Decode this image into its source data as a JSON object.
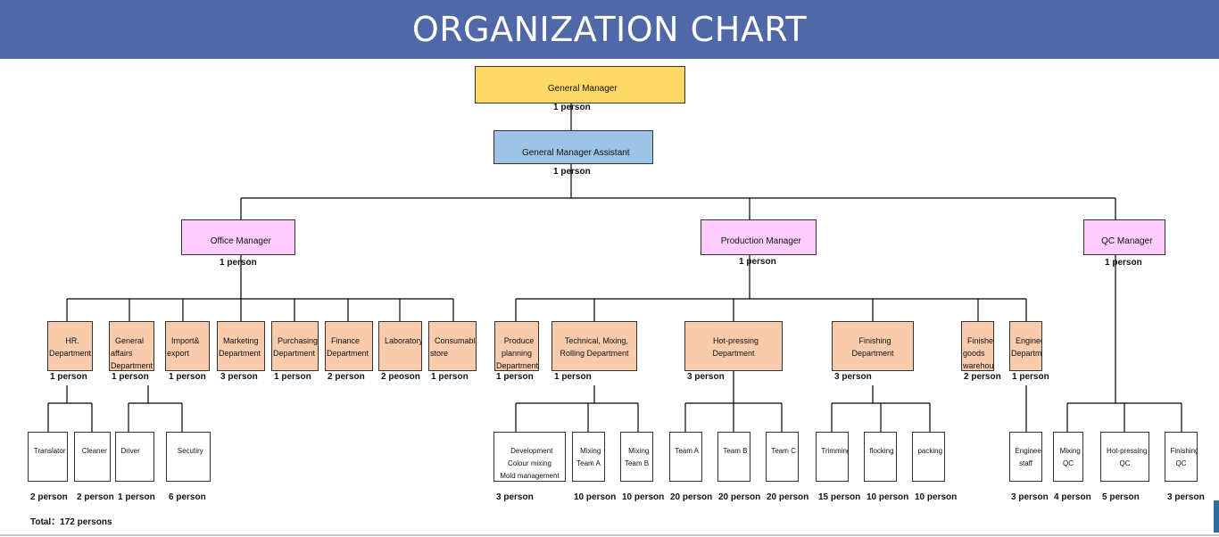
{
  "title": "ORGANIZATION CHART",
  "top": {
    "label": "General Manager",
    "count": "1 person"
  },
  "assistant": {
    "label": "General Manager Assistant",
    "count": "1 person"
  },
  "managers": [
    {
      "label": "Office Manager",
      "count": "1 person"
    },
    {
      "label": "Production Manager",
      "count": "1 person"
    },
    {
      "label": "QC Manager",
      "count": "1 person"
    }
  ],
  "office_depts": [
    {
      "label": "HR.\nDepartment",
      "count": "1 person"
    },
    {
      "label": "General\naffairs\nDepartment",
      "count": "1 person"
    },
    {
      "label": "Import&\nexport",
      "count": "1 person"
    },
    {
      "label": "Marketing\nDepartment",
      "count": "3 person"
    },
    {
      "label": "Purchasing\nDepartment",
      "count": "1 person"
    },
    {
      "label": "Finance\nDepartment",
      "count": "2 person"
    },
    {
      "label": "Laboratory",
      "count": "2 peoson"
    },
    {
      "label": "Consumable\nstore",
      "count": "1 person"
    }
  ],
  "production_depts": [
    {
      "label": "Produce\nplanning\nDepartment",
      "count": "1 person"
    },
    {
      "label": "Technical, Mixing,\nRolling Department",
      "count": "1 person"
    },
    {
      "label": "Hot-pressing\nDepartment",
      "count": "3 person"
    },
    {
      "label": "Finishing\nDepartment",
      "count": "3 person"
    },
    {
      "label": "Finished\ngoods\nwarehouse",
      "count": "2 person"
    },
    {
      "label": "Engineering\nDepartment",
      "count": "1 person"
    }
  ],
  "hr_teams": [
    {
      "label": "Translator",
      "count": "2 person"
    },
    {
      "label": "Cleaner",
      "count": "2 person"
    }
  ],
  "ga_teams": [
    {
      "label": "Driver",
      "count": "1 person"
    },
    {
      "label": "Secutiry",
      "count": "6 person"
    }
  ],
  "tech_teams": [
    {
      "label": "Development\nColour mixing\nMold management",
      "count": "3 person"
    },
    {
      "label": "Mixing\nTeam A",
      "count": "10 person"
    },
    {
      "label": "Mixing\nTeam B",
      "count": "10 person"
    }
  ],
  "hot_teams": [
    {
      "label": "Team A",
      "count": "20 person"
    },
    {
      "label": "Team B",
      "count": "20 person"
    },
    {
      "label": "Team C",
      "count": "20 person"
    }
  ],
  "finishing_teams": [
    {
      "label": "Trimming",
      "count": "15 person"
    },
    {
      "label": "flocking",
      "count": "10 person"
    },
    {
      "label": "packing",
      "count": "10 person"
    }
  ],
  "eng_teams": [
    {
      "label": "Engineering\nstaff",
      "count": "3 person"
    }
  ],
  "qc_teams": [
    {
      "label": "Mixing\nQC",
      "count": "4 person"
    },
    {
      "label": "Hot-pressing\nQC",
      "count": "5 person"
    },
    {
      "label": "Finishing\nQC",
      "count": "3 person"
    }
  ],
  "total": "Total：172 persons",
  "colors": {
    "banner": "#5068a8",
    "general_manager": "#ffd966",
    "assistant": "#9dc3e6",
    "manager": "#ffccff",
    "department": "#f8cbad",
    "team": "#ffffff"
  }
}
